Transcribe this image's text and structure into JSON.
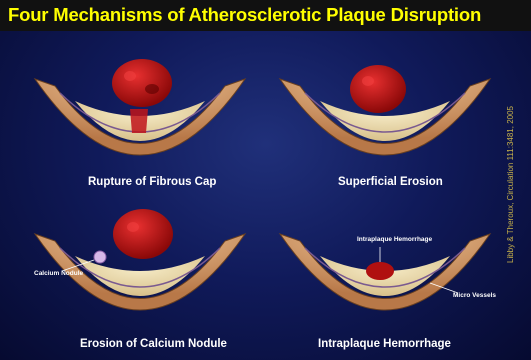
{
  "title": "Four Mechanisms of Atherosclerotic Plaque Disruption",
  "panels": [
    {
      "label": "Rupture of Fibrous Cap"
    },
    {
      "label": "Superficial Erosion"
    },
    {
      "label": "Erosion of Calcium Nodule"
    },
    {
      "label": "Intraplaque Hemorrhage"
    }
  ],
  "annotations": {
    "calcium_nodule": "Calcium Nodule",
    "intraplaque_hemorrhage": "Intraplaque Hemorrhage",
    "micro_vessels": "Micro Vessels"
  },
  "credit": "Libby & Theroux, Circulation 111:3481, 2005",
  "colors": {
    "title": "#ffff00",
    "background": "#101a5a",
    "clot": "#c0141a",
    "plaque": "#e8d49a",
    "vessel_wall": "#d8a070"
  }
}
